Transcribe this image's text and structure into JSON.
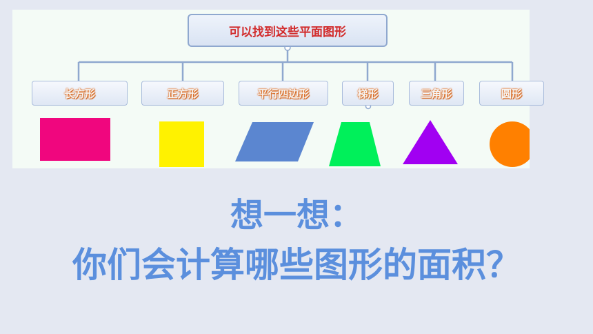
{
  "diagram": {
    "root": "可以找到这些平面图形",
    "nodes": [
      {
        "label": "长方形",
        "shape": "rectangle",
        "color": "#f0067e"
      },
      {
        "label": "正方形",
        "shape": "square",
        "color": "#fff200"
      },
      {
        "label": "平行四边形",
        "shape": "parallelogram",
        "color": "#5b86d0"
      },
      {
        "label": "梯形",
        "shape": "trapezoid",
        "color": "#00f05a"
      },
      {
        "label": "三角形",
        "shape": "triangle",
        "color": "#a100f2"
      },
      {
        "label": "圆形",
        "shape": "circle",
        "color": "#ff8000"
      }
    ],
    "line_color": "#8fa8cf"
  },
  "question": {
    "line1": "想一想：",
    "line2": "你们会计算哪些图形的面积？"
  }
}
